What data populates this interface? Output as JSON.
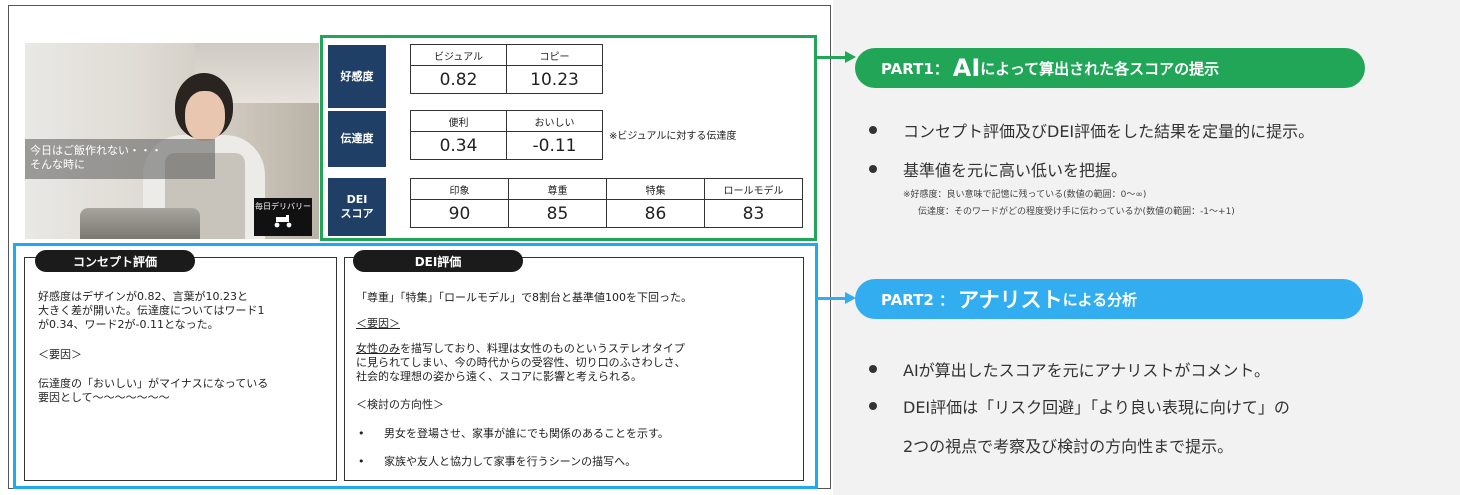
{
  "photo": {
    "overlay_line1": "今日はご飯作れない・・・",
    "overlay_line2": "そんな時に",
    "delivery_label": "毎日デリバリー",
    "delivery_icon": "scooter-icon"
  },
  "scores": {
    "favorability": {
      "label": "好感度",
      "headers": [
        "ビジュアル",
        "コピー"
      ],
      "values": [
        "0.82",
        "10.23"
      ]
    },
    "transmission": {
      "label": "伝達度",
      "headers": [
        "便利",
        "おいしい"
      ],
      "values": [
        "0.34",
        "-0.11"
      ],
      "note": "※ビジュアルに対する伝達度"
    },
    "dei": {
      "label_line1": "DEI",
      "label_line2": "スコア",
      "headers": [
        "印象",
        "尊重",
        "特集",
        "ロールモデル"
      ],
      "values": [
        "90",
        "85",
        "86",
        "83"
      ]
    }
  },
  "concept": {
    "title": "コンセプト評価",
    "lines": [
      "好感度はデザインが0.82、言葉が10.23と",
      "大きく差が開いた。伝達度についてはワード1",
      "が0.34、ワード2が-0.11となった。",
      "＜要因＞",
      "伝達度の「おいしい」がマイナスになっている",
      "要因として～～～～～～～"
    ]
  },
  "dei_eval": {
    "title": "DEI評価",
    "summary": "「尊重」「特集」「ロールモデル」で8割台と基準値100を下回った。",
    "factor_heading": "＜要因＞",
    "factor_underlined": "女性のみ",
    "factor_rest": "を描写しており、料理は女性のものというステレオタイプ",
    "factor_line2": "に見られてしまい、今の時代からの受容性、切り口のふさわしさ、",
    "factor_line3": "社会的な理想の姿から遠く、スコアに影響と考えられる。",
    "direction_heading": "＜検討の方向性＞",
    "bullet_mark": "•",
    "bullets": [
      "男女を登場させ、家事が誰にでも関係のあることを示す。",
      "家族や友人と協力して家事を行うシーンの描写へ。"
    ]
  },
  "part1": {
    "prefix": "PART1：",
    "ai": "AI",
    "rest": "によって算出された各スコアの提示",
    "color": "#21a657",
    "bullets": [
      "コンセプト評価及びDEI評価をした結果を定量的に提示。",
      "基準値を元に高い低いを把握。"
    ],
    "note1": "※好感度：良い意味で記憶に残っている(数値の範囲：0～∞)",
    "note2": "伝達度：そのワードがどの程度受け手に伝わっているか(数値の範囲：-1～+1)"
  },
  "part2": {
    "prefix": "PART2 ： ",
    "analyst": "アナリスト",
    "rest": "による分析",
    "color": "#32aef0",
    "bullets": [
      "AIが算出したスコアを元にアナリストがコメント。",
      "DEI評価は「リスク回避」「より良い表現に向けて」の"
    ],
    "bullet2_line2": "2つの視点で考察及び検討の方向性まで提示。"
  }
}
